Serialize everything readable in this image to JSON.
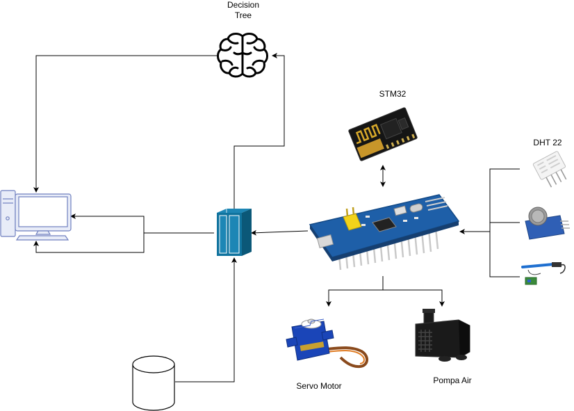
{
  "labels": {
    "decision_tree_line1": "Decision",
    "decision_tree_line2": "Tree",
    "wifi_module": "STM32",
    "dht": "DHT 22",
    "servo": "Servo Motor",
    "pump": "Pompa Air"
  },
  "colors": {
    "line": "#000000",
    "pc_stroke": "#6f7fbf",
    "pc_fill": "#e8ecf8",
    "server": "#10739e",
    "board": "#1e5fa8",
    "servo_blue": "#1a45b8",
    "pump_black": "#1a1a1a",
    "db_stroke": "#000000"
  },
  "icons": {
    "brain": "brain-icon",
    "computer": "desktop-computer-icon",
    "server": "server-icon",
    "database": "database-icon",
    "wifi_module": "esp-wifi-module-icon",
    "board": "stm32-board-icon",
    "dht_sensor": "dht22-sensor-icon",
    "gas_sensor": "gas-sensor-icon",
    "ph_sensor": "ph-sensor-icon",
    "servo": "servo-motor-icon",
    "pump": "water-pump-icon"
  }
}
